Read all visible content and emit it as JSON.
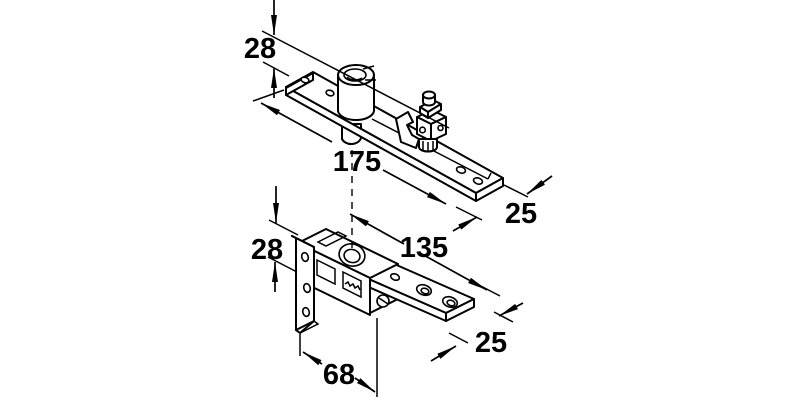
{
  "drawing": {
    "background_color": "#ffffff",
    "line_color": "#000000",
    "dimensions": {
      "top_height": "28",
      "top_length": "175",
      "top_width": "25",
      "bottom_height": "28",
      "bottom_length": "135",
      "bottom_width": "25",
      "bottom_offset": "68"
    }
  }
}
